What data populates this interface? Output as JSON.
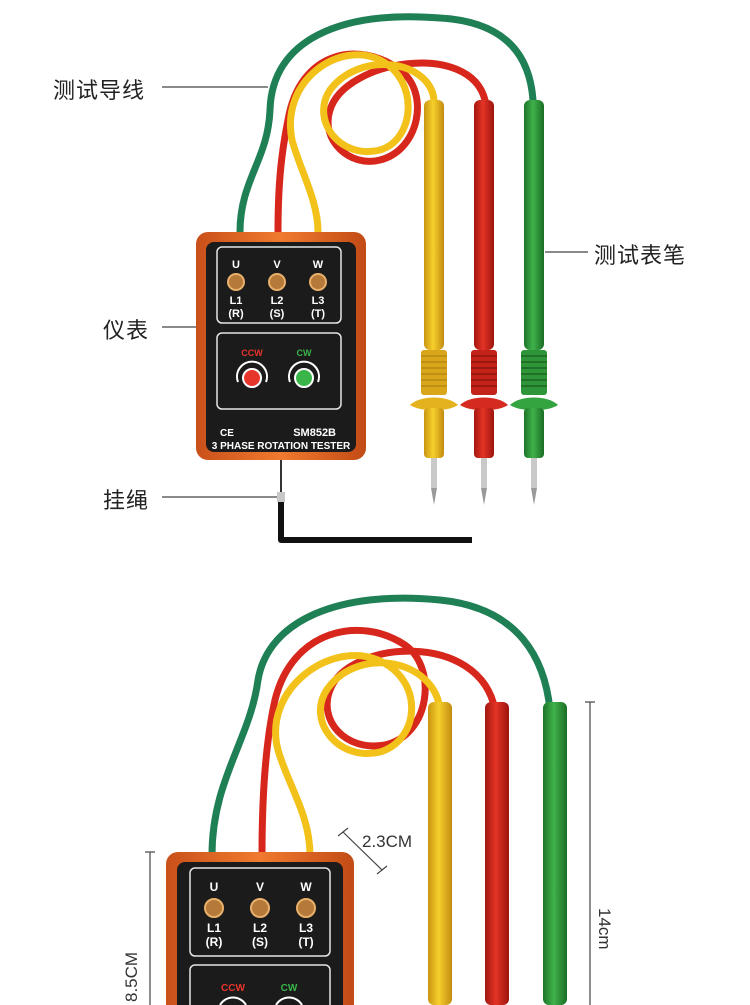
{
  "callouts": {
    "test_leads": "测试导线",
    "test_probes": "测试表笔",
    "meter": "仪表",
    "lanyard": "挂绳"
  },
  "meter": {
    "terminals": [
      "U",
      "V",
      "W"
    ],
    "line_labels": [
      "L1",
      "L2",
      "L3"
    ],
    "phase_labels": [
      "(R)",
      "(S)",
      "(T)"
    ],
    "ccw": "CCW",
    "cw": "CW",
    "ce_mark": "CE",
    "model": "SM852B",
    "product_name": "3 PHASE ROTATION TESTER"
  },
  "dimensions": {
    "width": "2.3CM",
    "height": "8.5CM",
    "length": "14cm"
  },
  "colors": {
    "body_orange": "#e8641e",
    "panel_black": "#1b1b1b",
    "lead_yellow": "#f2c21a",
    "lead_red": "#d7261c",
    "lead_green": "#2b9a3a",
    "wire_teal": "#1f7f55",
    "ccw_red": "#e8352b",
    "cw_green": "#39b54a"
  }
}
